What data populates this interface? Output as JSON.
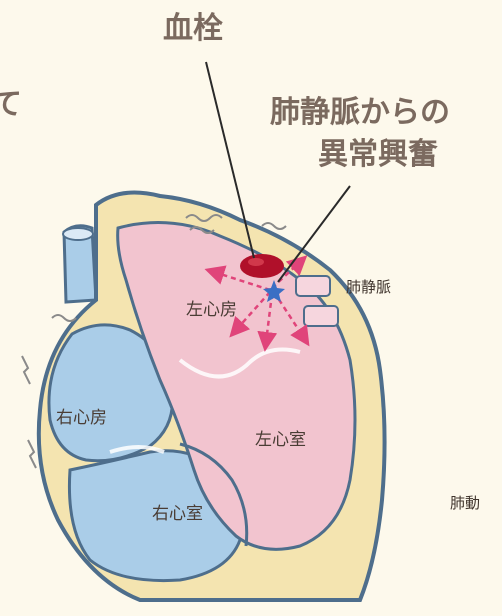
{
  "labels": {
    "thrombus": "血栓",
    "ectopic_line1": "肺静脈からの",
    "ectopic_line2": "異常興奮",
    "left_atrium": "左心房",
    "right_atrium": "右心房",
    "left_ventricle": "左心室",
    "right_ventricle": "右心室",
    "pulmonary_vein": "肺静脈",
    "pulmonary_artery_partial": "肺動",
    "edge_char": "て"
  },
  "colors": {
    "background": "#fdf9ec",
    "left_heart": "#f2c4cf",
    "right_heart": "#aacde8",
    "myocardium": "#f4e4b0",
    "outline": "#4e6e8c",
    "thrombus": "#b0102a",
    "signal_arrows": "#e0447a",
    "ectopic_star": "#3a6fc4",
    "callout_text": "#7b6a5f"
  }
}
